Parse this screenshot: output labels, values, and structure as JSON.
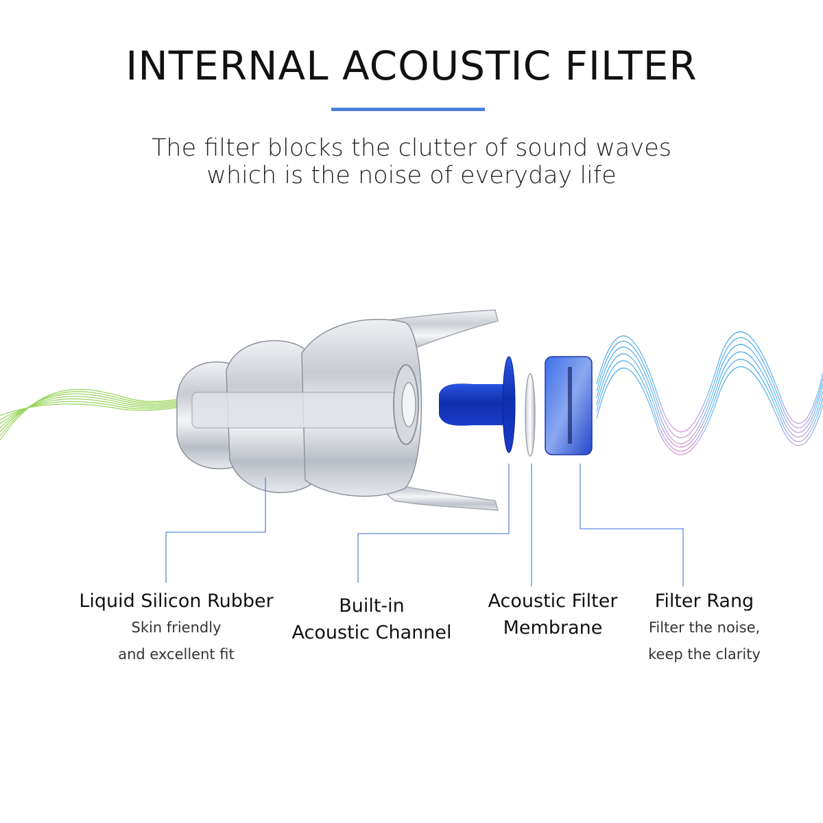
{
  "title": "INTERNAL ACOUSTIC FILTER",
  "subtitle": {
    "line1": "The filter blocks the clutter of sound waves",
    "line2": "which is the noise of everyday life"
  },
  "labels": [
    {
      "title": "Liquid Silicon Rubber",
      "sub1": "Skin friendly",
      "sub2": "and excellent fit"
    },
    {
      "title1": "Built-in",
      "title2": "Acoustic Channel"
    },
    {
      "title1": "Acoustic Filter",
      "title2": "Membrane"
    },
    {
      "title": "Filter Rang",
      "sub1": "Filter the noise,",
      "sub2": "keep the clarity"
    }
  ],
  "colors": {
    "accent": "#4a7fd8",
    "leader_line": "#5b8bd9",
    "filter_blue": "#1e3fc4",
    "green_wave": "#8fd14a",
    "blue_wave": "#4aa8e6",
    "pink_wave": "#d88ad0"
  }
}
